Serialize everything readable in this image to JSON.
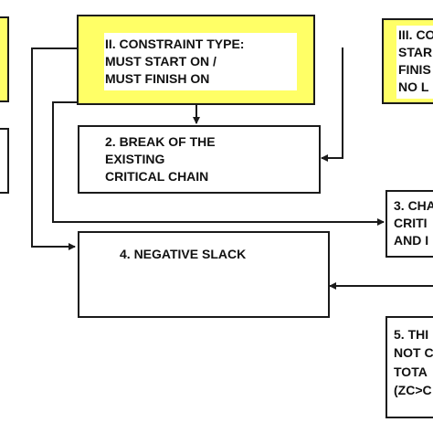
{
  "boxes": {
    "constraint_type": {
      "lines": [
        "II. CONSTRAINT TYPE:",
        "MUST START ON /",
        "MUST FINISH ON"
      ]
    },
    "top_right": {
      "lines": [
        "III. CO",
        "STAR",
        "FINIS",
        "NO L"
      ]
    },
    "break_chain": {
      "lines": [
        "2. BREAK OF THE",
        "EXISTING",
        "CRITICAL CHAIN"
      ]
    },
    "mid_right": {
      "lines": [
        "3. CHA",
        "CRITI",
        "AND I"
      ]
    },
    "negative_slack": {
      "lines": [
        "4. NEGATIVE SLACK"
      ]
    },
    "bottom_right": {
      "lines": [
        "5. THI",
        "NOT C",
        "TOTA",
        "(ZC>C"
      ]
    }
  },
  "colors": {
    "highlight": "#ffff66",
    "line": "#1a1a1a"
  }
}
